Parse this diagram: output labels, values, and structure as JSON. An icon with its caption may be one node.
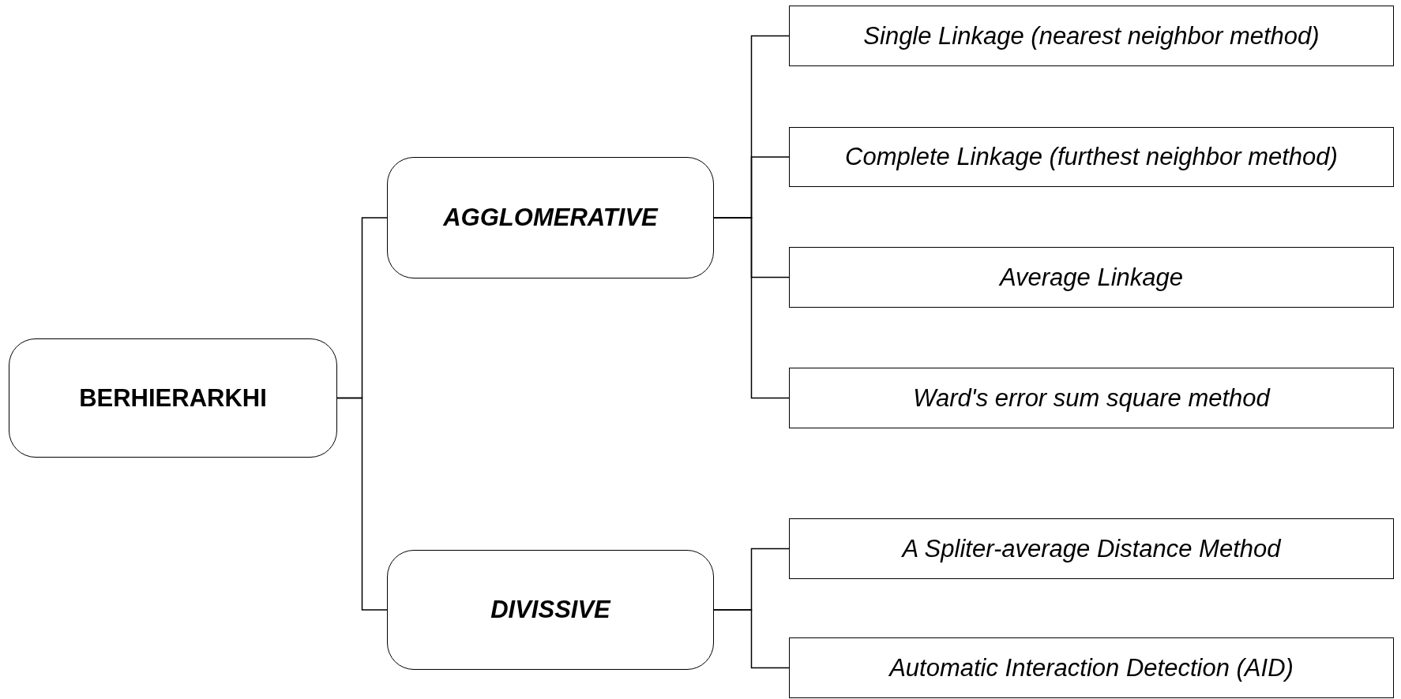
{
  "diagram": {
    "nodes": [
      {
        "text": [
          "BERHIERARKHI"
        ]
      },
      {
        "text": [
          "AGGLOMERATIVE"
        ]
      },
      {
        "text": [
          "DIVISSIVE"
        ]
      },
      {
        "text": [
          "Single Linkage (nearest neighbor method)"
        ]
      },
      {
        "text": [
          "Complete Linkage (furthest neighbor method)"
        ]
      },
      {
        "text": [
          "Average Linkage"
        ]
      },
      {
        "text": [
          "Ward's error sum square method"
        ]
      },
      {
        "text": [
          "A Spliter-average Distance Method"
        ]
      },
      {
        "text": [
          "Automatic Interaction Detection (AID)"
        ]
      }
    ],
    "edges": [
      {
        "from": 0,
        "to": 1,
        "arrow": "none"
      },
      {
        "from": 0,
        "to": 2,
        "arrow": "none"
      },
      {
        "from": 1,
        "to": 3,
        "arrow": "none"
      },
      {
        "from": 1,
        "to": 4,
        "arrow": "none"
      },
      {
        "from": 1,
        "to": 5,
        "arrow": "none"
      },
      {
        "from": 1,
        "to": 6,
        "arrow": "none"
      },
      {
        "from": 2,
        "to": 7,
        "arrow": "none"
      },
      {
        "from": 2,
        "to": 8,
        "arrow": "none"
      }
    ]
  }
}
